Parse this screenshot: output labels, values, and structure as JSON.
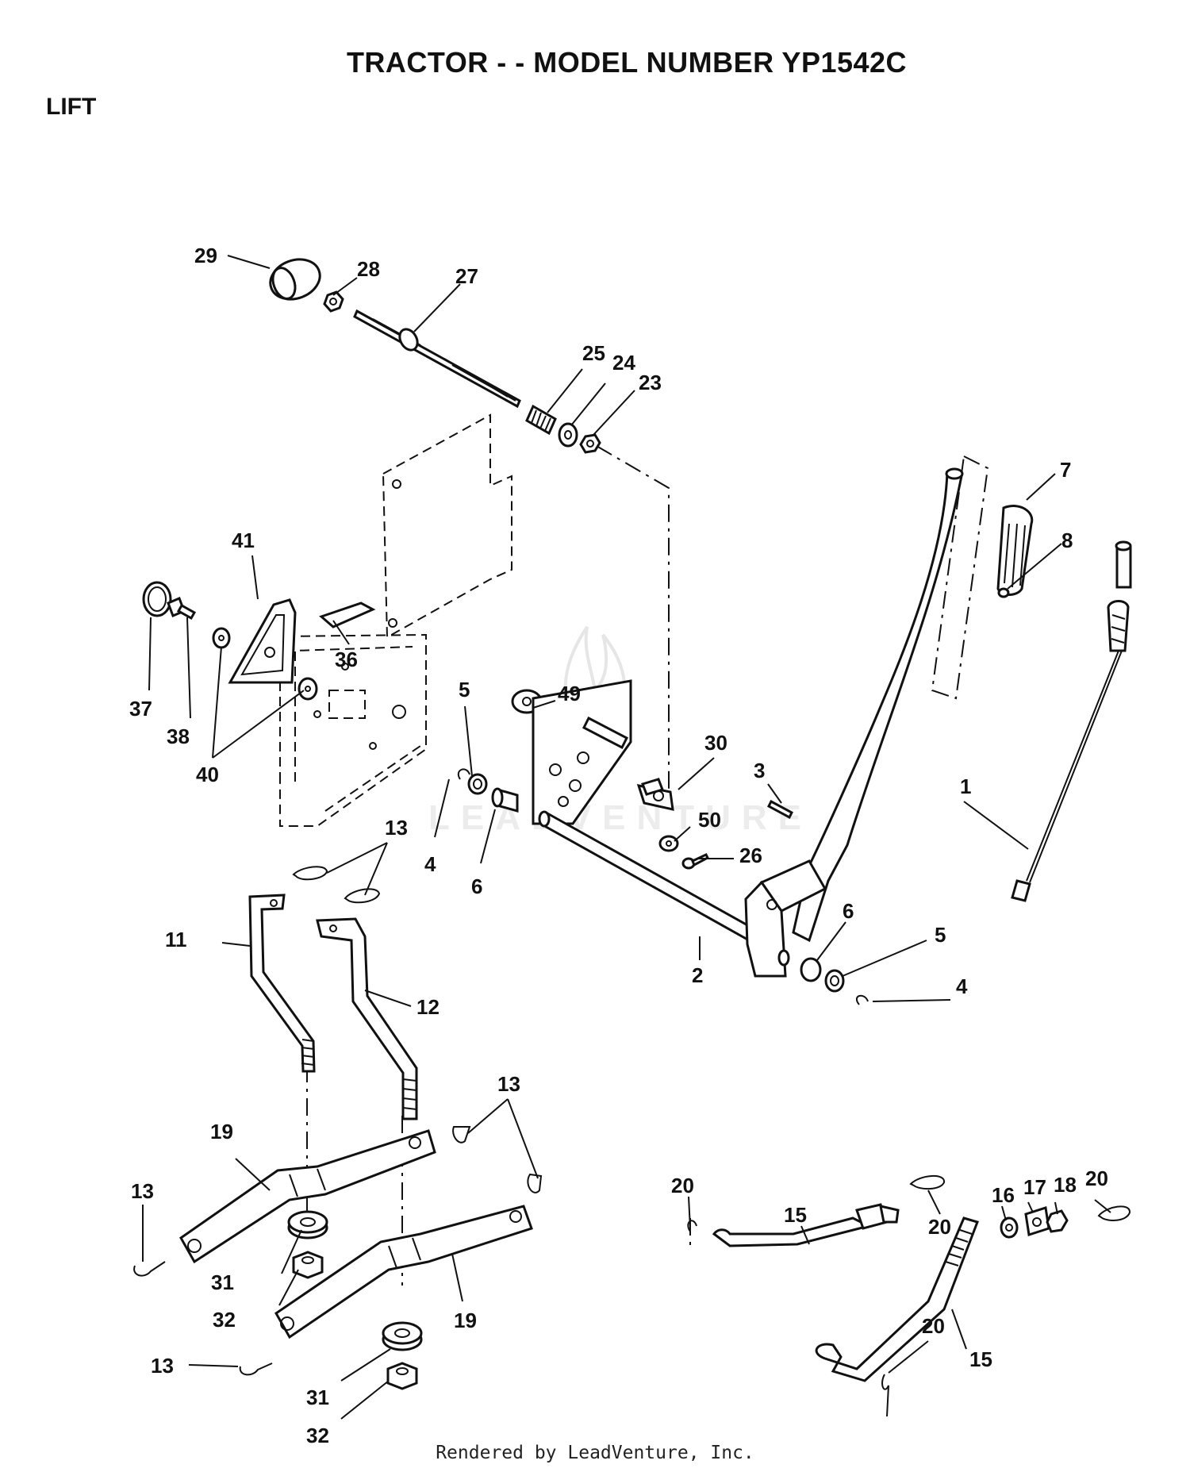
{
  "header": {
    "title": "TRACTOR - - MODEL NUMBER YP1542C",
    "section": "LIFT"
  },
  "footer": {
    "rendered_by": "Rendered by LeadVenture, Inc."
  },
  "watermark": {
    "text": "LEADVENTURE"
  },
  "callouts": {
    "p1": "1",
    "p2": "2",
    "p3": "3",
    "p4a": "4",
    "p4b": "4",
    "p5a": "5",
    "p5b": "5",
    "p6a": "6",
    "p6b": "6",
    "p7": "7",
    "p8": "8",
    "p11": "11",
    "p12": "12",
    "p13a": "13",
    "p13b": "13",
    "p13c": "13",
    "p13d": "13",
    "p15a": "15",
    "p15b": "15",
    "p16": "16",
    "p17": "17",
    "p18": "18",
    "p19a": "19",
    "p19b": "19",
    "p20a": "20",
    "p20b": "20",
    "p20c": "20",
    "p20d": "20",
    "p23": "23",
    "p24": "24",
    "p25": "25",
    "p26": "26",
    "p27": "27",
    "p28": "28",
    "p29": "29",
    "p30": "30",
    "p31a": "31",
    "p31b": "31",
    "p32a": "32",
    "p32b": "32",
    "p36": "36",
    "p37": "37",
    "p38": "38",
    "p40": "40",
    "p41": "41",
    "p49": "49",
    "p50": "50"
  }
}
